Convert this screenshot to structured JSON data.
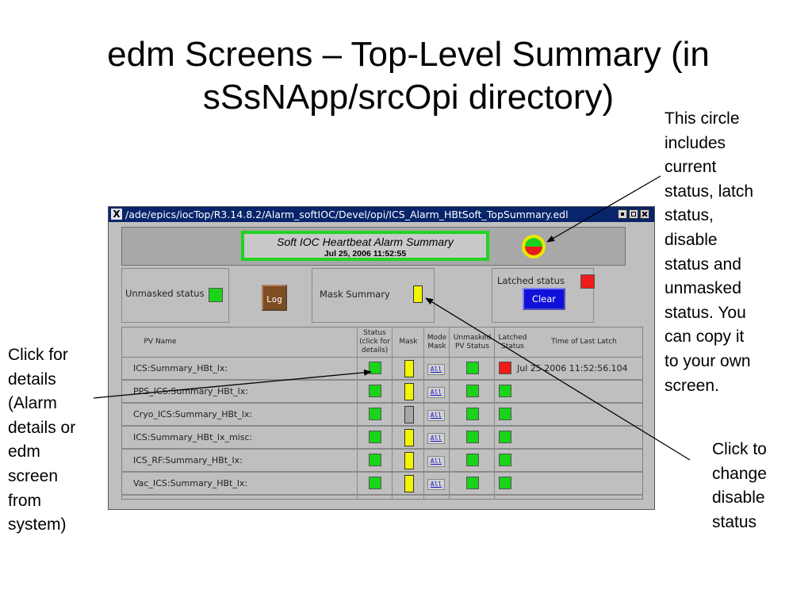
{
  "slide": {
    "title": "edm Screens – Top-Level Summary (in sSsNApp/srcOpi directory)",
    "annotation_circle": "This circle\nincludes\ncurrent\nstatus, latch\nstatus,\ndisable\nstatus and\nunmasked\nstatus.  You\ncan copy it\nto your own\nscreen.",
    "annotation_details": "Click for\ndetails\n(Alarm\ndetails or\nedm\nscreen\nfrom\nsystem)",
    "annotation_mask": "Click to\nchange\ndisable\nstatus"
  },
  "window": {
    "title": "/ade/epics/iocTop/R3.14.8.2/Alarm_softIOC/Devel/opi/ICS_Alarm_HBtSoft_TopSummary.edl",
    "app_icon": "x-window-icon"
  },
  "header": {
    "title": "Soft IOC Heartbeat Alarm Summary",
    "date": "Jul 25, 2006 11:52:55"
  },
  "unmasked": {
    "label": "Unmasked status",
    "state": "green"
  },
  "log_button": {
    "label": "Log"
  },
  "mask_summary": {
    "label": "Mask Summary",
    "state": "yellow"
  },
  "latched": {
    "label": "Latched status",
    "state": "red",
    "clear_label": "Clear"
  },
  "table": {
    "columns": {
      "pv_name": "PV Name",
      "status": "Status\n(click for\ndetails)",
      "mask": "Mask",
      "mode_mask": "Mode\nMask",
      "unmasked_pv": "Unmasked\nPV Status",
      "latched": "Latched\nStatus",
      "time": "Time of Last Latch"
    },
    "all_label": "All",
    "rows": [
      {
        "pv": "ICS:Summary_HBt_lx:",
        "status": "green",
        "mask": "yellow",
        "unmasked": "green",
        "latched": "red",
        "time": "Jul 25 2006 11:52:56.104"
      },
      {
        "pv": "PPS_ICS:Summary_HBt_lx:",
        "status": "green",
        "mask": "yellow",
        "unmasked": "green",
        "latched": "green",
        "time": ""
      },
      {
        "pv": "Cryo_ICS:Summary_HBt_lx:",
        "status": "green",
        "mask": "grey",
        "unmasked": "green",
        "latched": "green",
        "time": ""
      },
      {
        "pv": "ICS:Summary_HBt_lx_misc:",
        "status": "green",
        "mask": "yellow",
        "unmasked": "green",
        "latched": "green",
        "time": ""
      },
      {
        "pv": "ICS_RF:Summary_HBt_lx:",
        "status": "green",
        "mask": "yellow",
        "unmasked": "green",
        "latched": "green",
        "time": ""
      },
      {
        "pv": "Vac_ICS:Summary_HBt_lx:",
        "status": "green",
        "mask": "yellow",
        "unmasked": "green",
        "latched": "green",
        "time": ""
      }
    ]
  }
}
